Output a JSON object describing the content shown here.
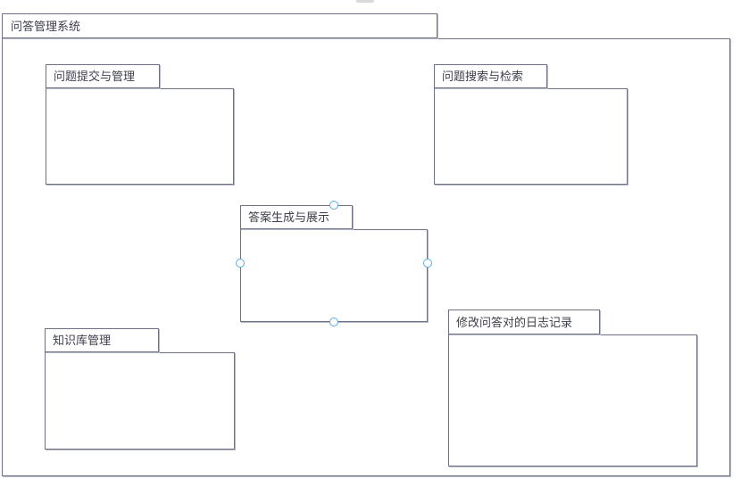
{
  "diagram": {
    "type": "uml-package-diagram",
    "root": {
      "label": "问答管理系统"
    },
    "packages": [
      {
        "id": "question-submission-management",
        "label": "问题提交与管理",
        "selected": false
      },
      {
        "id": "question-search-retrieval",
        "label": "问题搜索与检索",
        "selected": false
      },
      {
        "id": "answer-generation-display",
        "label": "答案生成与展示",
        "selected": true
      },
      {
        "id": "knowledge-base-management",
        "label": "知识库管理",
        "selected": false
      },
      {
        "id": "qa-pair-modification-log",
        "label": "修改问答对的日志记录",
        "selected": false
      }
    ],
    "colors": {
      "border": "#6e7186",
      "shadow": "#b7bac8",
      "text": "#3d3e49",
      "selection_handle": "#58ace8"
    }
  }
}
